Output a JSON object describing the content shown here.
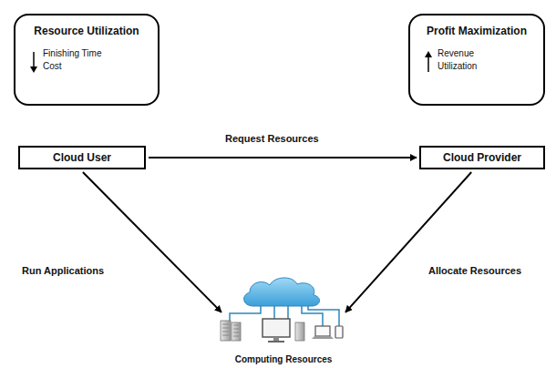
{
  "diagram": {
    "nodes": [
      {
        "text": [
          "Resource Utilization",
          "Finishing Time Cost"
        ]
      },
      {
        "text": [
          "Profit Maximization",
          "Revenue Utilization"
        ]
      },
      {
        "text": [
          "Cloud User"
        ]
      },
      {
        "text": [
          "Cloud Provider"
        ]
      },
      {
        "text": [
          "Computing Resources"
        ]
      }
    ],
    "edges": [
      {
        "from": 2,
        "to": 3,
        "label": "Request Resources",
        "arrow": "to"
      },
      {
        "from": 2,
        "to": 4,
        "label": "Run Applications",
        "arrow": "to"
      },
      {
        "from": 3,
        "to": 4,
        "label": "Allocate Resources",
        "arrow": "to"
      }
    ]
  }
}
